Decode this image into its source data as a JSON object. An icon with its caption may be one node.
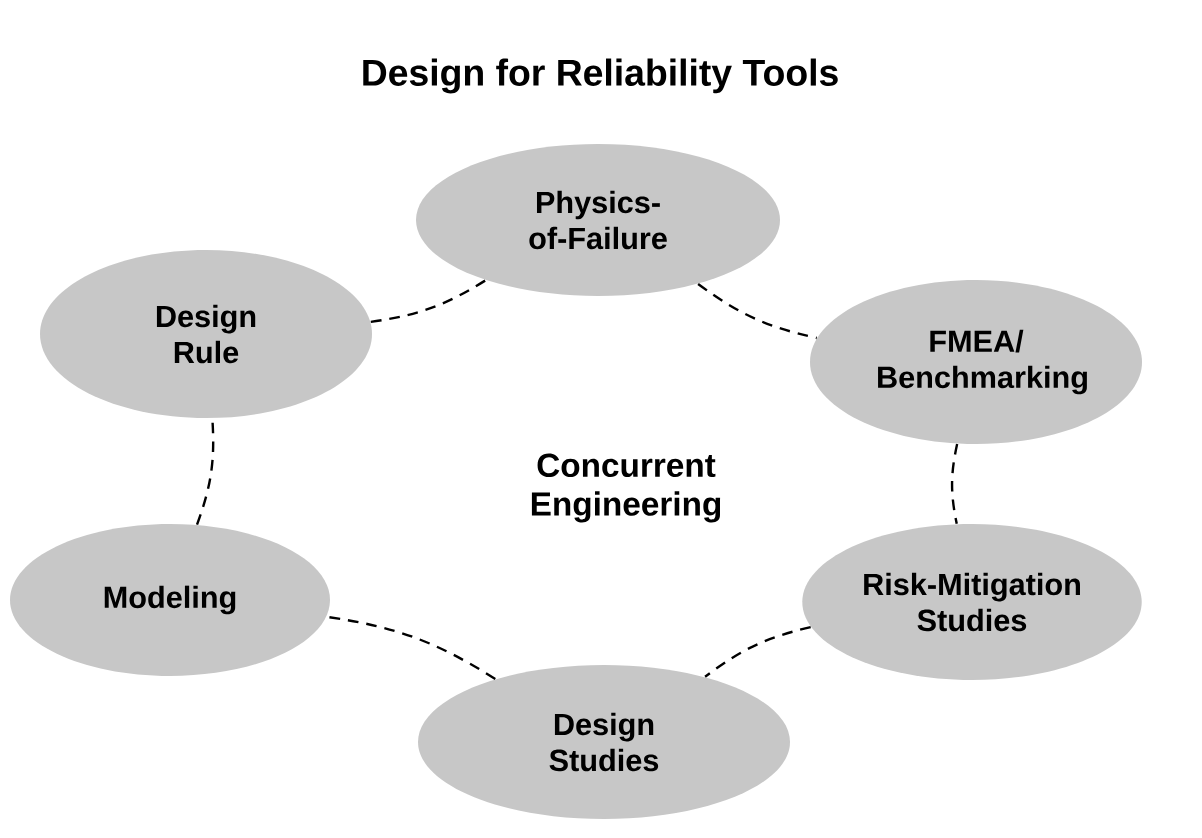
{
  "diagram": {
    "title": "Design for Reliability Tools",
    "nodes": [
      {
        "text": [
          "Physics-of-Failure"
        ]
      },
      {
        "text": [
          "FMEA/ Benchmarking"
        ]
      },
      {
        "text": [
          "Risk-Mitigation Studies"
        ]
      },
      {
        "text": [
          "Design Studies"
        ]
      },
      {
        "text": [
          "Modeling"
        ]
      },
      {
        "text": [
          "Design Rule"
        ]
      }
    ],
    "edges": [
      {
        "from": 0,
        "to": 1,
        "arrow": "none",
        "style": "dashed"
      },
      {
        "from": 1,
        "to": 2,
        "arrow": "none",
        "style": "dashed"
      },
      {
        "from": 2,
        "to": 3,
        "arrow": "none",
        "style": "dashed"
      },
      {
        "from": 3,
        "to": 4,
        "arrow": "none",
        "style": "dashed"
      },
      {
        "from": 4,
        "to": 5,
        "arrow": "none",
        "style": "dashed"
      },
      {
        "from": 5,
        "to": 0,
        "arrow": "none",
        "style": "dashed"
      }
    ],
    "labels": [
      "Concurrent Engineering"
    ]
  }
}
